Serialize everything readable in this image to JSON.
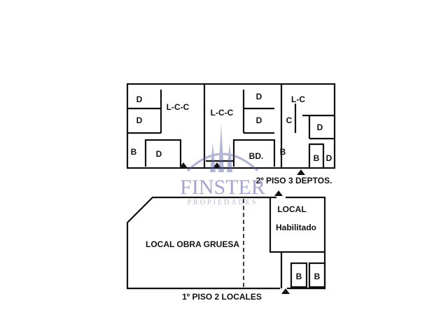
{
  "floor_plan": {
    "second_floor": {
      "caption": "2º PISO 3 DEPTOS.",
      "rooms": {
        "a_d1": "D",
        "a_d2": "D",
        "a_b": "B",
        "a_d3": "D",
        "a_living": "L-C-C",
        "b_living": "L-C-C",
        "b_d1": "D",
        "b_d2": "D",
        "b_bd": "BD.",
        "b_b": "B",
        "c_living": "L-C",
        "c_c": "C",
        "c_d1": "D",
        "c_b": "B",
        "c_d2": "D"
      }
    },
    "first_floor": {
      "caption": "1º PISO 2 LOCALES",
      "rooms": {
        "local_obra": "LOCAL OBRA GRUESA",
        "local_hab_1": "LOCAL",
        "local_hab_2": "Habilitado",
        "b1": "B",
        "b2": "B"
      }
    },
    "watermark": {
      "name": "FINSTER",
      "subtitle": "PROPIEDADES",
      "color": "#5a5fa8"
    },
    "line_color": "#111111"
  }
}
